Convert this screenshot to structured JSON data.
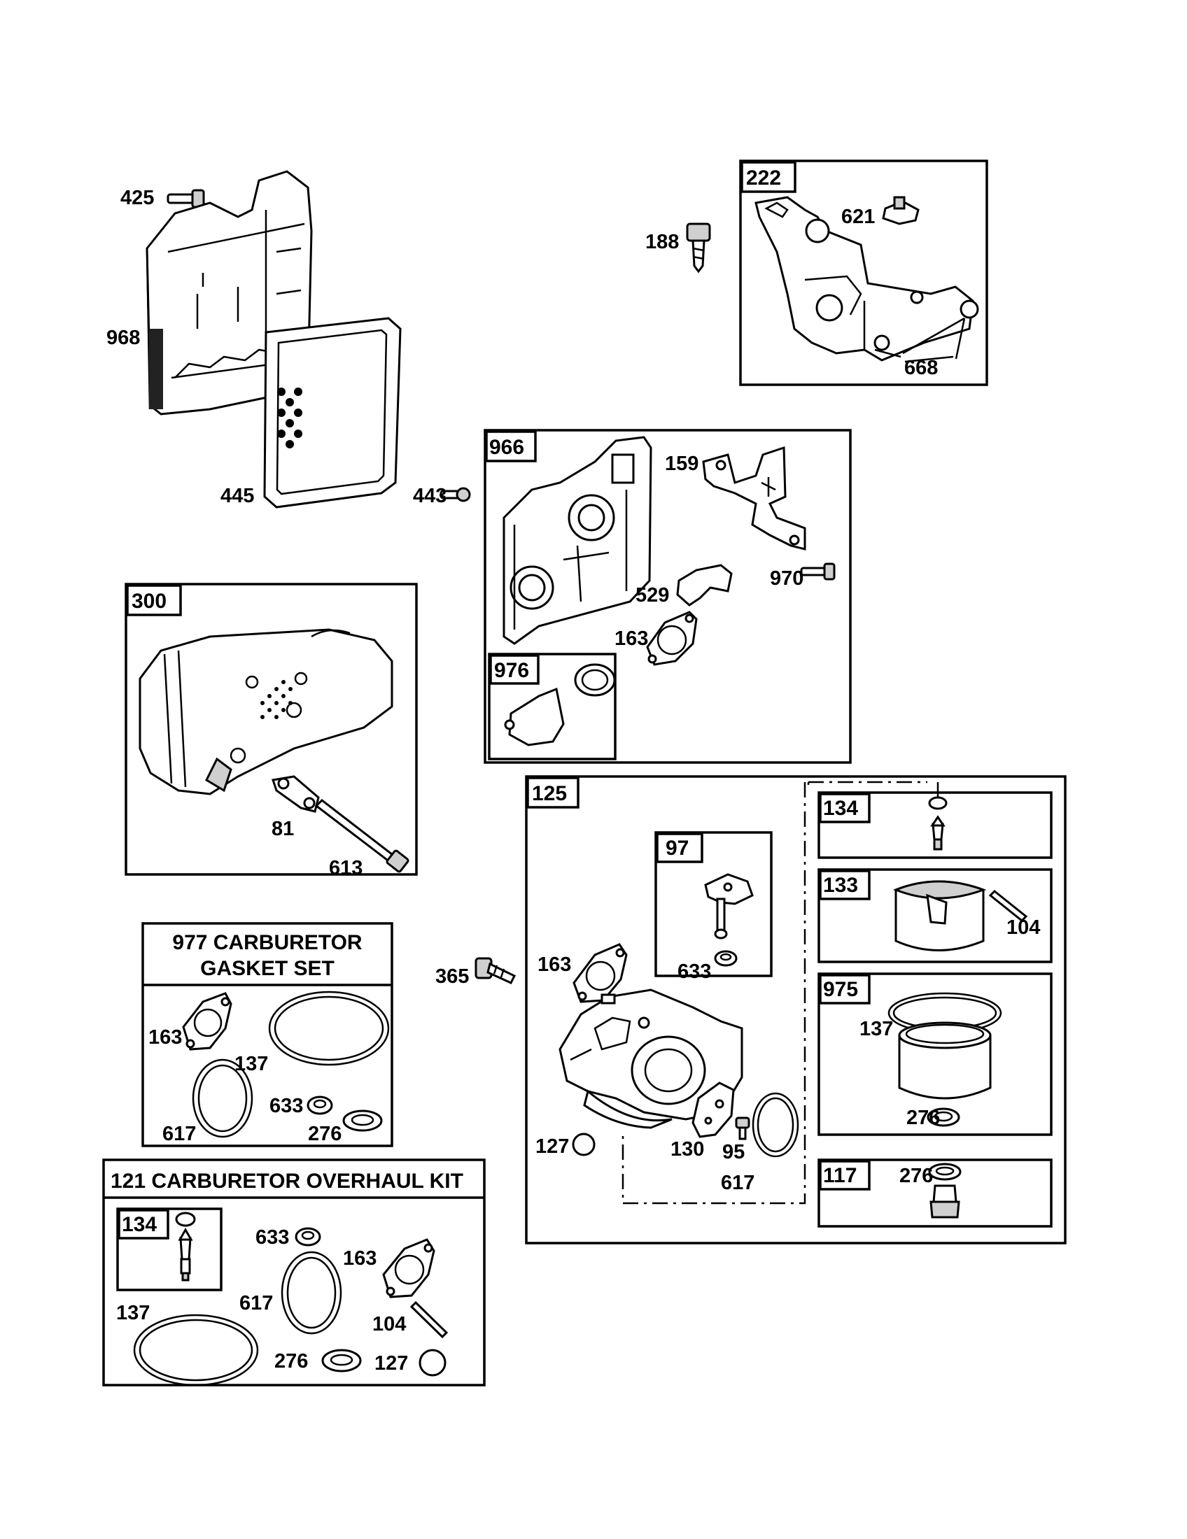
{
  "boxes": {
    "b222": "222",
    "b966": "966",
    "b976": "976",
    "b300": "300",
    "b125": "125",
    "b97": "97",
    "b134a": "134",
    "b133": "133",
    "b975": "975",
    "b117": "117",
    "b977": "977 CARBURETOR",
    "b977b": "GASKET SET",
    "b121": "121 CARBURETOR OVERHAUL KIT",
    "b134b": "134"
  },
  "labels": {
    "p425": "425",
    "p968": "968",
    "p445": "445",
    "p188": "188",
    "p621": "621",
    "p668": "668",
    "p443": "443",
    "p159": "159",
    "p970": "970",
    "p529": "529",
    "p163a": "163",
    "p81": "81",
    "p613": "613",
    "p365": "365",
    "p163b": "163",
    "p633a": "633",
    "p127a": "127",
    "p130": "130",
    "p95": "95",
    "p617a": "617",
    "p104a": "104",
    "p137a": "137",
    "p276a": "276",
    "p276b": "276",
    "p163c": "163",
    "p137b": "137",
    "p617b": "617",
    "p633b": "633",
    "p276c": "276",
    "p633c": "633",
    "p163d": "163",
    "p137c": "137",
    "p617c": "617",
    "p104b": "104",
    "p276d": "276",
    "p127b": "127"
  }
}
